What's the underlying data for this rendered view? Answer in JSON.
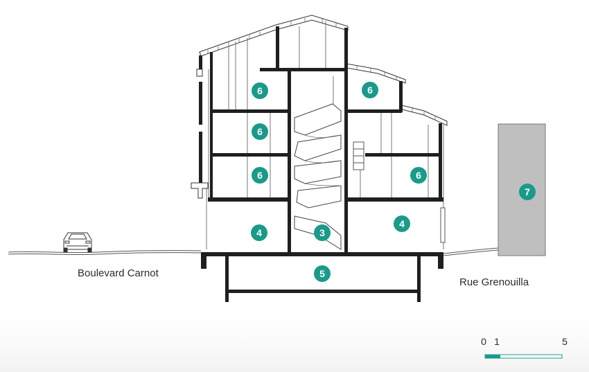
{
  "streets": {
    "left": "Boulevard Carnot",
    "right": "Rue Grenouilla"
  },
  "room_markers": [
    {
      "id": "attic-left",
      "number": "6"
    },
    {
      "id": "attic-right",
      "number": "6"
    },
    {
      "id": "floor2-left",
      "number": "6"
    },
    {
      "id": "floor1-left",
      "number": "6"
    },
    {
      "id": "floor1-right",
      "number": "6"
    },
    {
      "id": "ground-left",
      "number": "4"
    },
    {
      "id": "stair-core",
      "number": "3"
    },
    {
      "id": "ground-right",
      "number": "4"
    },
    {
      "id": "basement",
      "number": "5"
    },
    {
      "id": "neighbor-block",
      "number": "7"
    }
  ],
  "scale_bar": {
    "labels": [
      "0",
      "1",
      "5"
    ]
  },
  "colors": {
    "accent": "#1a9a8a",
    "wall": "#1f1f1f",
    "neighbor_fill": "#bfbfbf",
    "line": "#444444"
  }
}
